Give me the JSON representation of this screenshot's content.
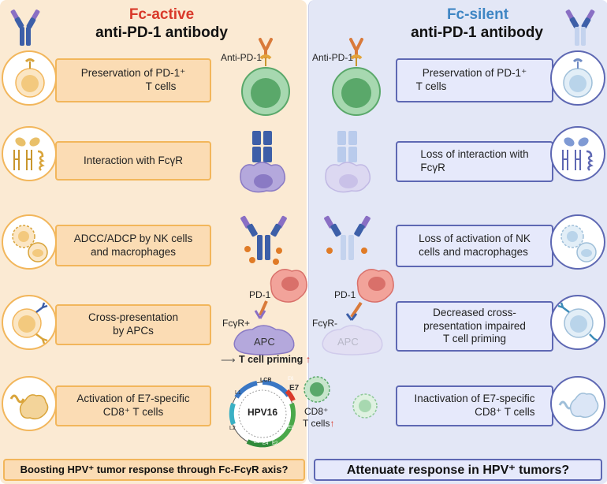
{
  "left_header": {
    "title_accent": "Fc-active",
    "title_main": "anti-PD-1 antibody"
  },
  "right_header": {
    "title_accent": "Fc-silent",
    "title_main": "anti-PD-1 antibody"
  },
  "left_rows": [
    {
      "line1": "Preservation of PD-1⁺",
      "line2": "T cells"
    },
    {
      "line1": "Interaction with FcγR",
      "line2": ""
    },
    {
      "line1": "ADCC/ADCP by NK cells",
      "line2": "and macrophages"
    },
    {
      "line1": "Cross-presentation",
      "line2": "by APCs"
    },
    {
      "line1": "Activation of E7-specific",
      "line2": "CD8⁺ T cells"
    }
  ],
  "right_rows": [
    {
      "line1": "Preservation of PD-1⁺",
      "line2": "T cells"
    },
    {
      "line1": "Loss of interaction with",
      "line2": "FcγR"
    },
    {
      "line1": "Loss of activation of NK",
      "line2": "cells and macrophages"
    },
    {
      "line1": "Decreased cross-",
      "line2": "presentation impaired",
      "line3": "T cell priming"
    },
    {
      "line1": "Inactivation of E7-specific",
      "line2": "CD8⁺ T cells"
    }
  ],
  "center_labels": {
    "anti_pd1_left": "Anti-PD-1",
    "anti_pd1_right": "Anti-PD-1",
    "pd1_left": "PD-1",
    "pd1_right": "PD-1",
    "fcgr_plus": "FcγR+",
    "fcgr_minus": "FcγR-",
    "apc_left": "APC",
    "apc_right": "APC",
    "priming": "T cell priming",
    "priming_arrow": "↑",
    "hpv16": "HPV16",
    "lcr": "LCR",
    "e7": "E7",
    "l1": "L1",
    "l2": "L2",
    "e6": "E6",
    "e1": "E1",
    "e2": "E2",
    "e4": "E4",
    "e5": "E5",
    "cd8": "CD8⁺",
    "tcells": "T cells",
    "tcells_arrow": "↑"
  },
  "bottom": {
    "left": "Boosting HPV⁺ tumor response through Fc-FcγR axis?",
    "right": "Attenuate response in HPV⁺ tumors?"
  },
  "colors": {
    "left_bg": "#fbead3",
    "right_bg": "#e3e7f6",
    "left_border": "#f2b65b",
    "right_border": "#5e68b3",
    "accent_red": "#d93a2b",
    "accent_blue": "#3f86c4"
  }
}
